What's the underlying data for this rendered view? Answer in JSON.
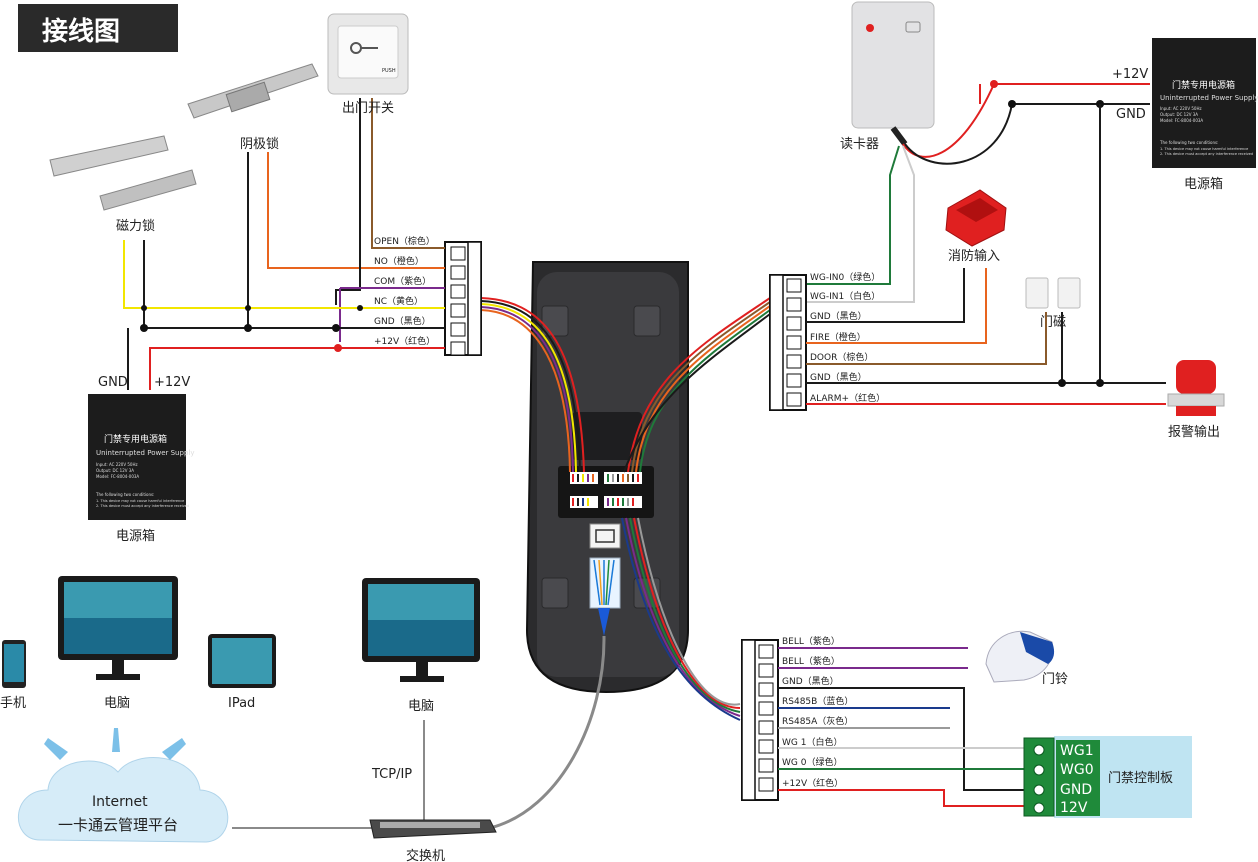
{
  "title": "接线图",
  "devices": {
    "exit_button": "出门开关",
    "exit_button_push": "PUSH",
    "strike_lock": "阴极锁",
    "mag_lock": "磁力锁",
    "psu_left": "电源箱",
    "psu_right": "电源箱",
    "card_reader": "读卡器",
    "fire_input": "消防输入",
    "door_sensor": "门磁",
    "alarm_output": "报警输出",
    "doorbell": "门铃",
    "controller": "门禁控制板",
    "phone": "手机",
    "pc1": "电脑",
    "ipad": "IPad",
    "pc2": "电脑",
    "switch": "交换机",
    "cloud_line1": "Internet",
    "cloud_line2": "一卡通云管理平台",
    "tcpip": "TCP/IP"
  },
  "psu_text": {
    "title_cn": "门禁专用电源箱",
    "title_en": "Uninterrupted Power Supply",
    "input": "Input:  AC 220V 50Hz",
    "output": "Output:  DC 12V 3A",
    "model": "Model:  FC-8004-003A",
    "cond": "The following two conditions:",
    "cond1": "1. This device may not cause harmful interference",
    "cond2": "2. This device must accept any interference received"
  },
  "left_psu_labels": {
    "gnd": "GND",
    "v12": "+12V"
  },
  "right_psu_labels": {
    "gnd": "GND",
    "v12": "+12V"
  },
  "left_terminal": [
    "OPEN（棕色）",
    "NO（橙色）",
    "COM（紫色）",
    "NC（黄色）",
    "GND（黑色）",
    "+12V（红色）"
  ],
  "right_terminal": [
    "WG-IN0（绿色）",
    "WG-IN1（白色）",
    "GND（黑色）",
    "FIRE（橙色）",
    "DOOR（棕色）",
    "GND（黑色）",
    "ALARM+（红色）"
  ],
  "bottom_terminal": [
    "BELL（紫色）",
    "BELL（紫色）",
    "GND（黑色）",
    "RS485B（蓝色）",
    "RS485A（灰色）",
    "WG 1（白色）",
    "WG 0（绿色）",
    "+12V（红色）"
  ],
  "controller_pins": [
    "WG1",
    "WG0",
    "GND",
    "12V"
  ],
  "colors": {
    "red": "#e02020",
    "black": "#1a1a1a",
    "yellow": "#f2e600",
    "purple": "#7a2a8c",
    "orange": "#e8641e",
    "brown": "#8a5a2b",
    "green": "#1f7a3a",
    "white_wire": "#cccccc",
    "blue": "#1a3a8c",
    "gray": "#9a9a9a",
    "controller_bg": "#bfe4f2",
    "terminal_green": "#1f8a3a"
  }
}
